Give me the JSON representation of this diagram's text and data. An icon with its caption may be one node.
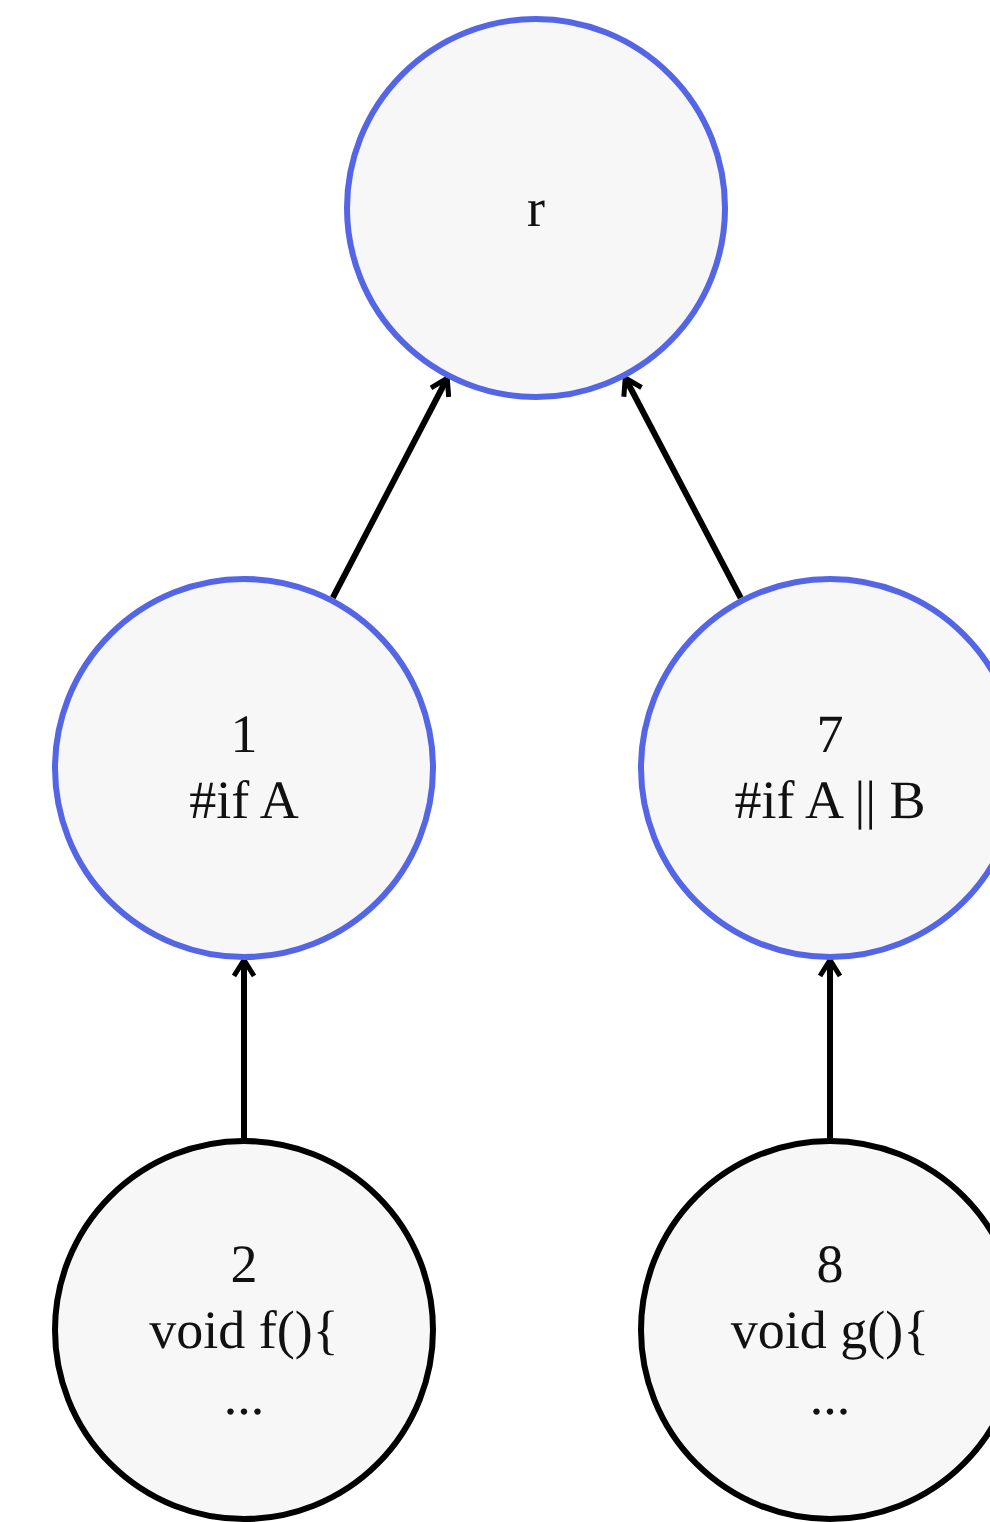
{
  "diagram": {
    "nodes": [
      {
        "text": [
          "r"
        ]
      },
      {
        "text": [
          "1",
          "#if A"
        ]
      },
      {
        "text": [
          "7",
          "#if A || B"
        ]
      },
      {
        "text": [
          "2",
          "void f(){",
          "..."
        ]
      },
      {
        "text": [
          "8",
          "void g(){",
          "..."
        ]
      }
    ],
    "edges": [
      {
        "from": 1,
        "to": 0,
        "arrow": "to"
      },
      {
        "from": 2,
        "to": 0,
        "arrow": "to"
      },
      {
        "from": 3,
        "to": 1,
        "arrow": "to"
      },
      {
        "from": 4,
        "to": 2,
        "arrow": "to"
      }
    ]
  }
}
